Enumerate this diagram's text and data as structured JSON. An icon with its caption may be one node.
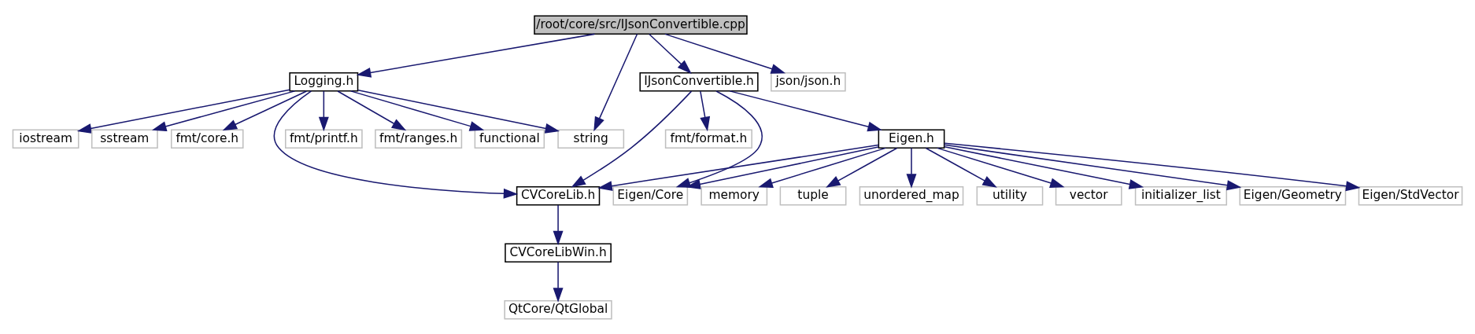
{
  "diagram": {
    "nodes": [
      {
        "text": [
          "/root/core/src/IJsonConvertible.cpp"
        ]
      },
      {
        "text": [
          "IJsonConvertible.h"
        ]
      },
      {
        "text": [
          "Logging.h"
        ]
      },
      {
        "text": [
          "json/json.h"
        ]
      },
      {
        "text": [
          "string"
        ]
      },
      {
        "text": [
          "Eigen.h"
        ]
      },
      {
        "text": [
          "fmt/format.h"
        ]
      },
      {
        "text": [
          "CVCoreLib.h"
        ]
      },
      {
        "text": [
          "Eigen/Core"
        ]
      },
      {
        "text": [
          "functional"
        ]
      },
      {
        "text": [
          "iostream"
        ]
      },
      {
        "text": [
          "sstream"
        ]
      },
      {
        "text": [
          "fmt/core.h"
        ]
      },
      {
        "text": [
          "fmt/printf.h"
        ]
      },
      {
        "text": [
          "fmt/ranges.h"
        ]
      },
      {
        "text": [
          "unordered_map"
        ]
      },
      {
        "text": [
          "utility"
        ]
      },
      {
        "text": [
          "vector"
        ]
      },
      {
        "text": [
          "initializer_list"
        ]
      },
      {
        "text": [
          "Eigen/Geometry"
        ]
      },
      {
        "text": [
          "Eigen/StdVector"
        ]
      },
      {
        "text": [
          "memory"
        ]
      },
      {
        "text": [
          "tuple"
        ]
      },
      {
        "text": [
          "CVCoreLibWin.h"
        ]
      },
      {
        "text": [
          "QtCore/QtGlobal"
        ]
      }
    ],
    "edges": [
      {
        "from": 0,
        "to": 1,
        "arrow": "to"
      },
      {
        "from": 0,
        "to": 2,
        "arrow": "to"
      },
      {
        "from": 0,
        "to": 3,
        "arrow": "to"
      },
      {
        "from": 0,
        "to": 4,
        "arrow": "to"
      },
      {
        "from": 1,
        "to": 5,
        "arrow": "to"
      },
      {
        "from": 1,
        "to": 8,
        "arrow": "to"
      },
      {
        "from": 1,
        "to": 7,
        "arrow": "to"
      },
      {
        "from": 1,
        "to": 6,
        "arrow": "to"
      },
      {
        "from": 2,
        "to": 9,
        "arrow": "to"
      },
      {
        "from": 2,
        "to": 10,
        "arrow": "to"
      },
      {
        "from": 2,
        "to": 11,
        "arrow": "to"
      },
      {
        "from": 2,
        "to": 12,
        "arrow": "to"
      },
      {
        "from": 2,
        "to": 13,
        "arrow": "to"
      },
      {
        "from": 2,
        "to": 14,
        "arrow": "to"
      },
      {
        "from": 2,
        "to": 4,
        "arrow": "to"
      },
      {
        "from": 2,
        "to": 7,
        "arrow": "to"
      },
      {
        "from": 5,
        "to": 15,
        "arrow": "to"
      },
      {
        "from": 5,
        "to": 16,
        "arrow": "to"
      },
      {
        "from": 5,
        "to": 17,
        "arrow": "to"
      },
      {
        "from": 5,
        "to": 18,
        "arrow": "to"
      },
      {
        "from": 5,
        "to": 19,
        "arrow": "to"
      },
      {
        "from": 5,
        "to": 20,
        "arrow": "to"
      },
      {
        "from": 5,
        "to": 21,
        "arrow": "to"
      },
      {
        "from": 5,
        "to": 22,
        "arrow": "to"
      },
      {
        "from": 5,
        "to": 8,
        "arrow": "to"
      },
      {
        "from": 5,
        "to": 7,
        "arrow": "to"
      },
      {
        "from": 7,
        "to": 23,
        "arrow": "to"
      },
      {
        "from": 23,
        "to": 24,
        "arrow": "to"
      }
    ]
  }
}
